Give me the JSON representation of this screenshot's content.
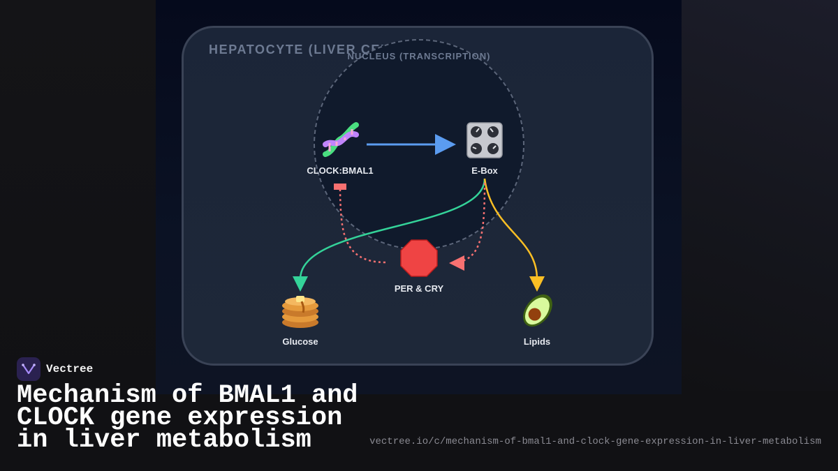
{
  "diagram": {
    "cell_title": "HEPATOCYTE (LIVER CELL)",
    "nucleus_title": "NUCLEUS (TRANSCRIPTION)",
    "nodes": [
      {
        "id": "clock-bmal1",
        "label": "CLOCK:BMAL1",
        "icon": "dna-icon"
      },
      {
        "id": "e-box",
        "label": "E-Box",
        "icon": "control-knobs-icon"
      },
      {
        "id": "per-cry",
        "label": "PER & CRY",
        "icon": "stop-sign-icon"
      },
      {
        "id": "glucose",
        "label": "Glucose",
        "icon": "pancakes-icon"
      },
      {
        "id": "lipids",
        "label": "Lipids",
        "icon": "avocado-icon"
      }
    ],
    "edge_colors": {
      "activation": "#5b9cf0",
      "glucose": "#34d399",
      "lipids": "#fbbf24",
      "feedback": "#f87171"
    }
  },
  "brand": {
    "name": "Vectree",
    "headline": "Mechanism of BMAL1 and CLOCK gene expression in liver metabolism",
    "url": "vectree.io/c/mechanism-of-bmal1-and-clock-gene-expression-in-liver-metabolism"
  }
}
